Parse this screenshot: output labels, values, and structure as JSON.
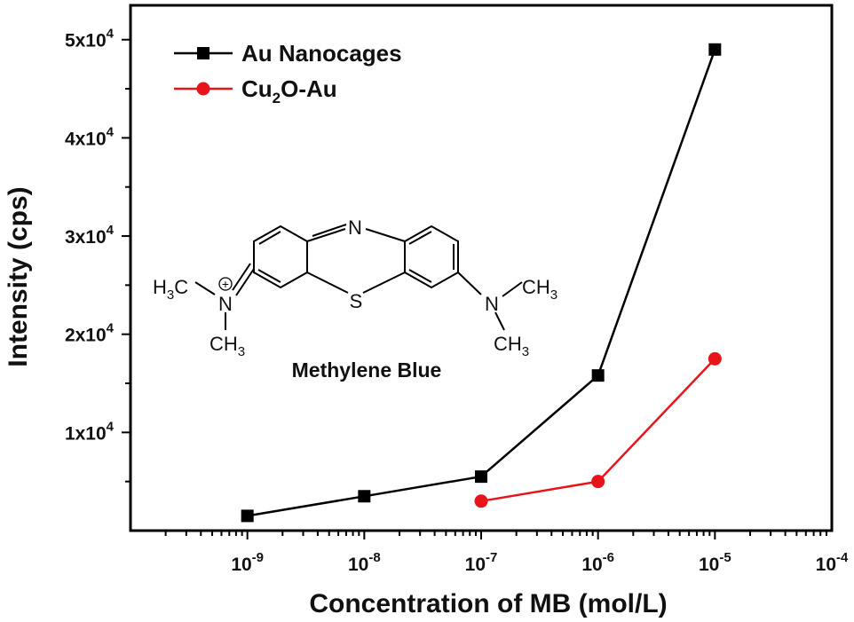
{
  "chart_data": {
    "type": "line",
    "xlabel": "Concentration of  MB (mol/L)",
    "ylabel": "Intensity (cps)",
    "x_scale": "log",
    "xlim": [
      1e-10,
      0.0001
    ],
    "ylim": [
      0,
      53500
    ],
    "x_ticks": [
      {
        "value": 1e-09,
        "base": "10",
        "exp": "-9"
      },
      {
        "value": 1e-08,
        "base": "10",
        "exp": "-8"
      },
      {
        "value": 1e-07,
        "base": "10",
        "exp": "-7"
      },
      {
        "value": 1e-06,
        "base": "10",
        "exp": "-6"
      },
      {
        "value": 1e-05,
        "base": "10",
        "exp": "-5"
      },
      {
        "value": 0.0001,
        "base": "10",
        "exp": "-4"
      }
    ],
    "y_ticks": [
      {
        "value": 10000,
        "base": "1x10",
        "exp": "4"
      },
      {
        "value": 20000,
        "base": "2x10",
        "exp": "4"
      },
      {
        "value": 30000,
        "base": "3x10",
        "exp": "4"
      },
      {
        "value": 40000,
        "base": "4x10",
        "exp": "4"
      },
      {
        "value": 50000,
        "base": "5x10",
        "exp": "4"
      }
    ],
    "legend_position": "top-left",
    "series": [
      {
        "name": "Au Nanocages",
        "color": "#000000",
        "marker": "square",
        "x": [
          1e-09,
          1e-08,
          1e-07,
          1e-06,
          1e-05
        ],
        "y": [
          1500,
          3500,
          5500,
          15800,
          49000
        ]
      },
      {
        "name_parts": {
          "main": "Cu",
          "sub": "2",
          "rest": "O-Au"
        },
        "color": "#e8141c",
        "marker": "circle",
        "x": [
          1e-07,
          1e-06,
          1e-05
        ],
        "y": [
          3000,
          5000,
          17500
        ]
      }
    ],
    "annotation": {
      "molecule_name": "Methylene Blue",
      "atoms": {
        "N": "N",
        "S": "S",
        "charge": "+",
        "left_h3c": {
          "main": "H",
          "sub": "3",
          "rest": "C"
        },
        "left_ch3": {
          "main": "CH",
          "sub": "3"
        },
        "right_ch3_top": {
          "main": "CH",
          "sub": "3"
        },
        "right_ch3_bottom": {
          "main": "CH",
          "sub": "3"
        }
      }
    }
  }
}
